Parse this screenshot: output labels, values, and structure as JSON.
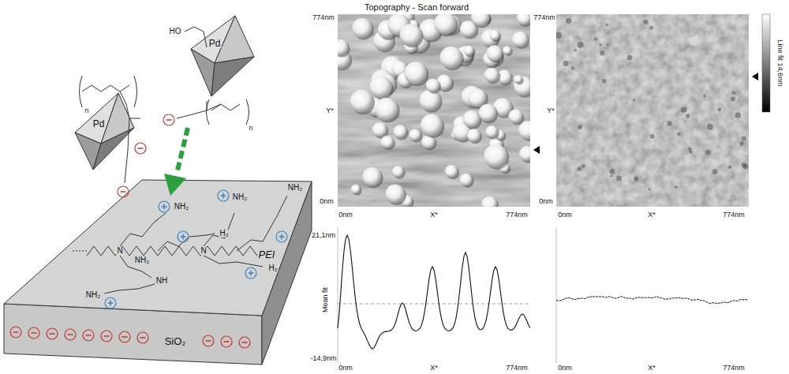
{
  "diagram": {
    "title": "Topography - Scan forward",
    "labels": [
      "774nm",
      "Y*",
      "0nm",
      "0nm",
      "X*",
      "774nm",
      "774nm",
      "Y*",
      "0nm",
      "0nm",
      "X*",
      "774nm",
      "Line fit 14,6nm",
      "21,1nm",
      "Mean fit",
      "-14,9nm",
      "0nm",
      "X*",
      "774nm",
      "0nm",
      "X*",
      "774nm",
      "Pd",
      "Pd",
      "HO",
      "n",
      "n",
      "PEI",
      "SiO₂",
      "NH₂",
      "NH₂",
      "NH₂",
      "H₂",
      "H₂",
      "NH₂",
      "NH",
      "NH₂",
      "N",
      "N"
    ]
  }
}
